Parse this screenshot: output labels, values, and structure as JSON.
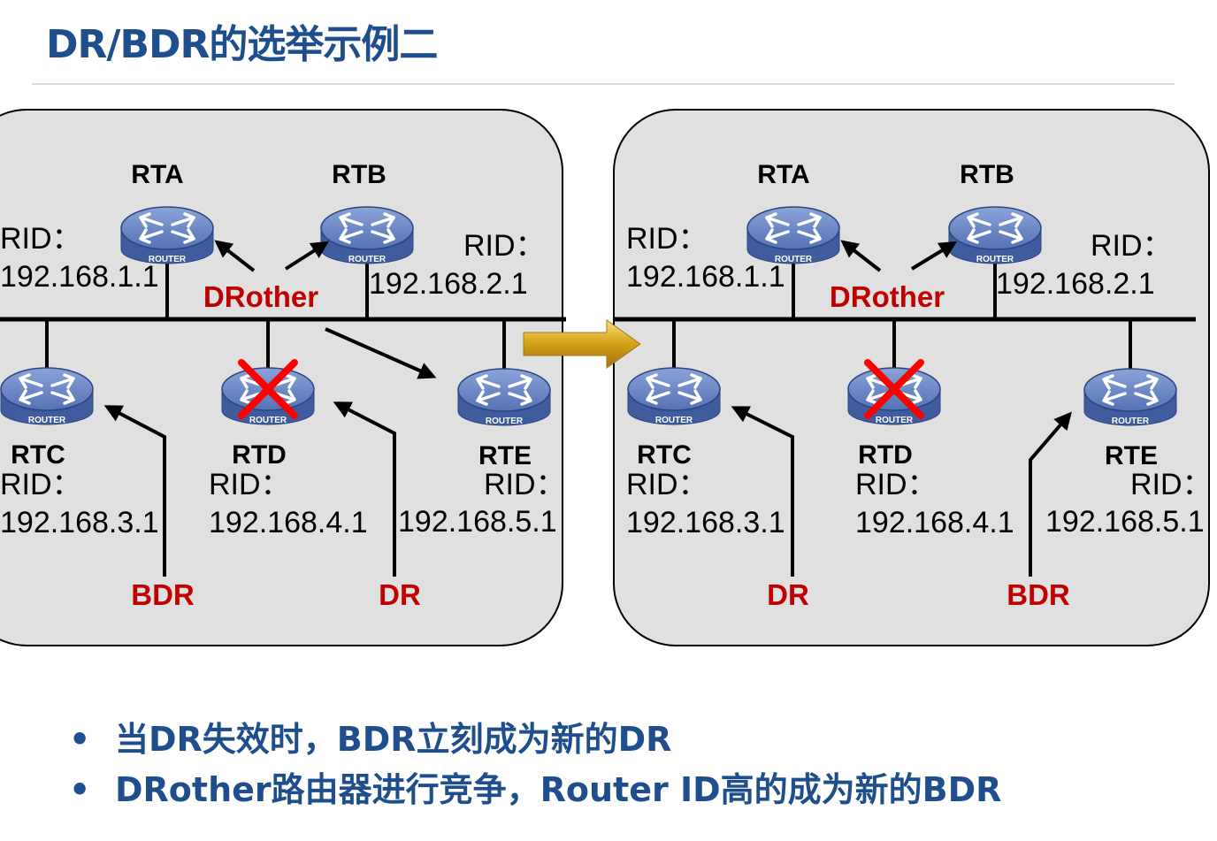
{
  "title": "DR/BDR的选举示例二",
  "colors": {
    "title": "#1f4e8c",
    "role_label": "#c00000",
    "panel_bg": "#e0e0e0",
    "router_body": "#5b78b8",
    "fail_mark": "#ff0000",
    "arrow": "#d4a017"
  },
  "router_icon_text": "ROUTER",
  "panels": [
    {
      "routers": [
        {
          "name": "RTA",
          "rid_label": "RID：",
          "rid": "192.168.1.1",
          "failed": false
        },
        {
          "name": "RTB",
          "rid_label": "RID：",
          "rid": "192.168.2.1",
          "failed": false
        },
        {
          "name": "RTC",
          "rid_label": "RID：",
          "rid": "192.168.3.1",
          "failed": false
        },
        {
          "name": "RTD",
          "rid_label": "RID：",
          "rid": "192.168.4.1",
          "failed": true
        },
        {
          "name": "RTE",
          "rid_label": "RID：",
          "rid": "192.168.5.1",
          "failed": false
        }
      ],
      "drother": "DRother",
      "roles": [
        "BDR",
        "DR"
      ]
    },
    {
      "routers": [
        {
          "name": "RTA",
          "rid_label": "RID：",
          "rid": "192.168.1.1",
          "failed": false
        },
        {
          "name": "RTB",
          "rid_label": "RID：",
          "rid": "192.168.2.1",
          "failed": false
        },
        {
          "name": "RTC",
          "rid_label": "RID：",
          "rid": "192.168.3.1",
          "failed": false
        },
        {
          "name": "RTD",
          "rid_label": "RID：",
          "rid": "192.168.4.1",
          "failed": true
        },
        {
          "name": "RTE",
          "rid_label": "RID：",
          "rid": "192.168.5.1",
          "failed": false
        }
      ],
      "drother": "DRother",
      "roles": [
        "DR",
        "BDR"
      ]
    }
  ],
  "bullets": [
    "当DR失效时，BDR立刻成为新的DR",
    "DRother路由器进行竞争，Router ID高的成为新的BDR"
  ],
  "bullet_char": "•"
}
